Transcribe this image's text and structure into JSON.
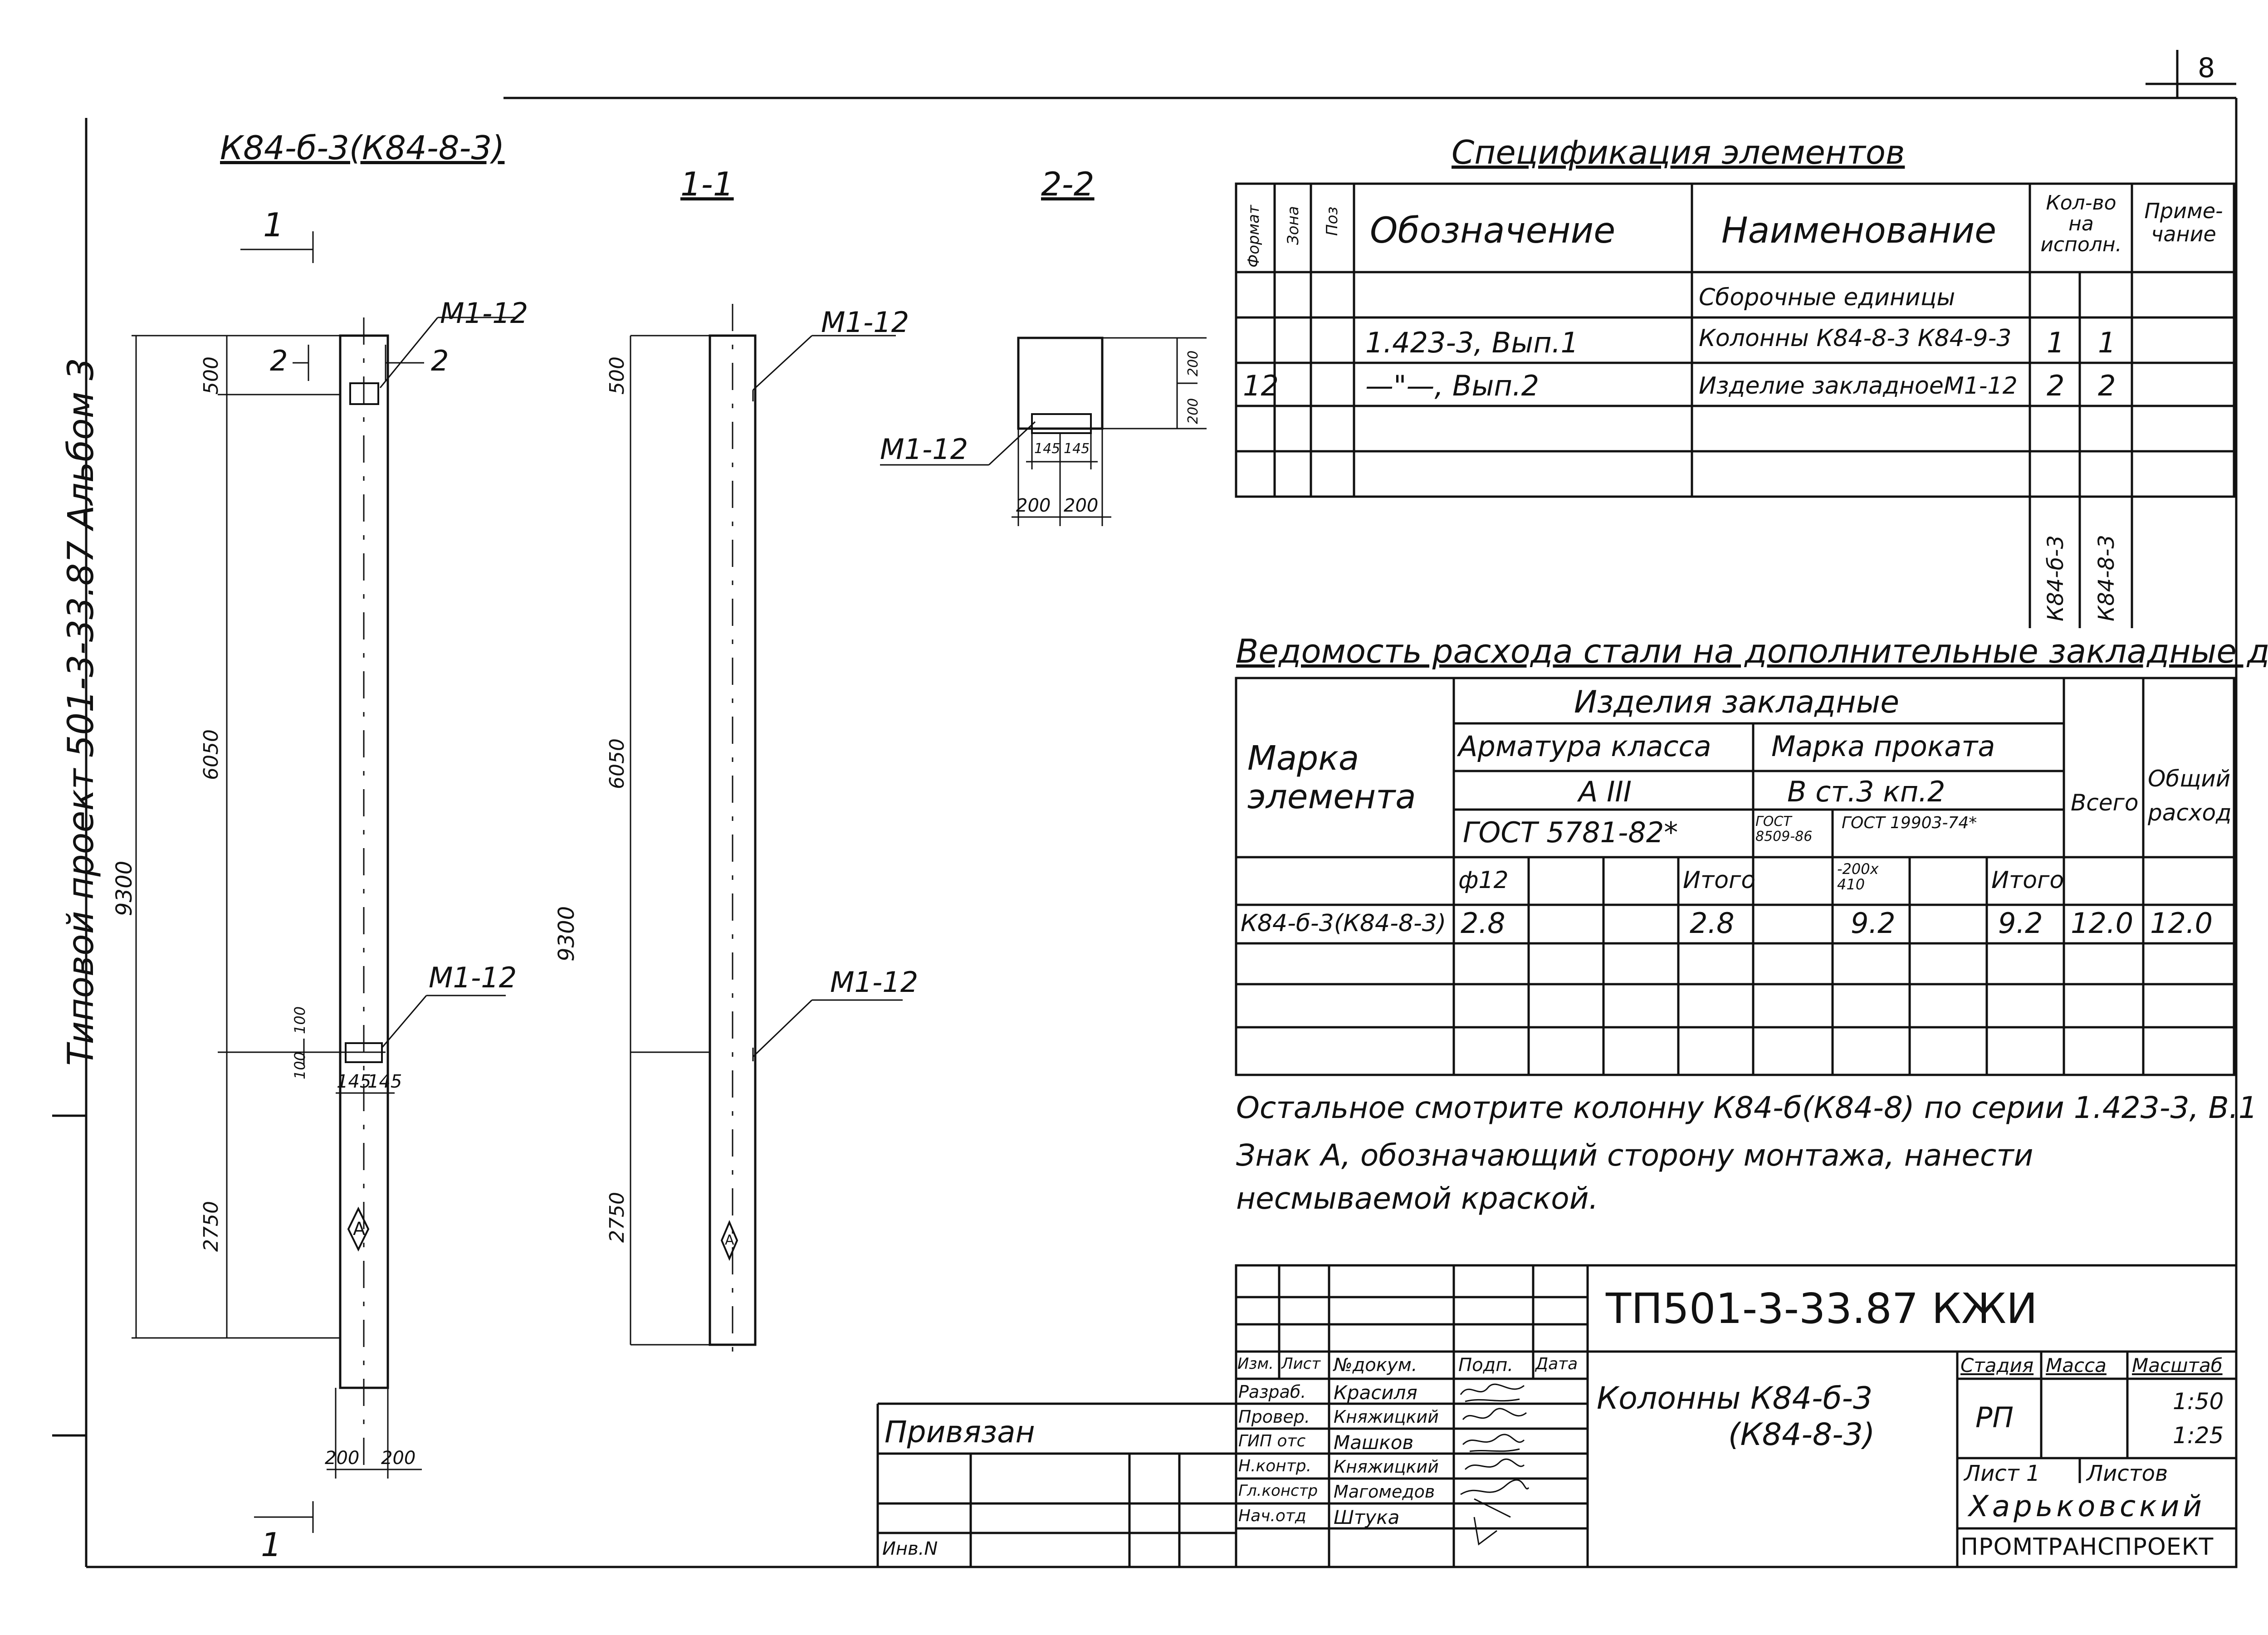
{
  "sheet": {
    "number": "8",
    "side_label": "Типовой проект 501-3-33.87 Альбом 3"
  },
  "views": {
    "main_title": "К84-б-3(К84-8-3)",
    "section_1": "1-1",
    "section_2": "2-2",
    "cut_mark": "1",
    "cut_mark_bottom": "1",
    "cut2_left": "2",
    "cut2_right": "2",
    "embed_label": "М1-12",
    "diamond_mark": "А",
    "dims": {
      "d500": "500",
      "d6050": "6050",
      "d2750": "2750",
      "d9300": "9300",
      "d100a": "100",
      "d100b": "100",
      "d145a": "145",
      "d145b": "145",
      "d200a": "200",
      "d200b": "200"
    }
  },
  "spec": {
    "title": "Спецификация элементов",
    "headers": {
      "format": "Формат",
      "zone": "Зона",
      "pos": "Поз",
      "designation": "Обозначение",
      "name": "Наименование",
      "qty": "Кол-во на исполн.",
      "note": "Приме-чание"
    },
    "rows": [
      {
        "format": "",
        "designation": "",
        "name": "Сборочные единицы",
        "q1": "",
        "q2": ""
      },
      {
        "format": "",
        "designation": "1.423-3, Вып.1",
        "name": "Колонны К84-8-3 К84-9-3",
        "q1": "1",
        "q2": "1"
      },
      {
        "format": "12",
        "designation": "—\"—, Вып.2",
        "name": "Изделие закладноеМ1-12",
        "q1": "2",
        "q2": "2"
      }
    ],
    "variants": [
      "К84-б-3",
      "К84-8-3"
    ]
  },
  "steel": {
    "title": "Ведомость расхода стали на дополнительные закладные детали",
    "headers": {
      "mark": "Марка элемента",
      "items": "Изделия закладные",
      "rebar": "Арматура класса",
      "rebar_class": "А III",
      "rebar_gost": "ГОСТ 5781-82*",
      "rolled": "Марка проката",
      "rolled_grade": "В ст.3 кп.2",
      "gost_a": "ГОСТ 8509-86",
      "gost_b": "ГОСТ 19903-74*",
      "phi": "ф12",
      "itogo_a": "Итого",
      "plate": "-200x 410",
      "itogo_b": "Итого",
      "total": "Всего",
      "consumption": "Общий расход"
    },
    "row": {
      "mark": "К84-б-3(К84-8-3)",
      "phi": "2.8",
      "itogo_a": "2.8",
      "plate": "9.2",
      "itogo_b": "9.2",
      "total": "12.0",
      "consumption": "12.0"
    }
  },
  "notes": [
    "Остальное смотрите колонну К84-б(К84-8) по серии 1.423-3, В.1",
    "Знак А, обозначающий сторону монтажа, нанести",
    "несмываемой краской."
  ],
  "title_block": {
    "code": "ТП501-3-33.87 КЖИ",
    "object": "Колонны К84-б-3",
    "object2": "(К84-8-3)",
    "head": {
      "izm": "Изм.",
      "list": "Лист",
      "doc": "№докум.",
      "sign": "Подп.",
      "date": "Дата"
    },
    "roles": [
      "Разраб.",
      "Провер.",
      "ГИП отс",
      "Н.контр.",
      "Гл.констр",
      "Нач.отд"
    ],
    "names": [
      "Красиля",
      "Княжицкий",
      "Машков",
      "Княжицкий",
      "Магомедов",
      "Штука"
    ],
    "stage_h": "Стадия",
    "mass_h": "Масса",
    "scale_h": "Масштаб",
    "stage": "РП",
    "scale1": "1:50",
    "scale2": "1:25",
    "sheet_lbl": "Лист 1",
    "sheets_lbl": "Листов",
    "org1": "Харьковский",
    "org2": "ПРОМТРАНСПРОЕКТ",
    "privyazan": "Привязан",
    "inv": "Инв.N"
  }
}
